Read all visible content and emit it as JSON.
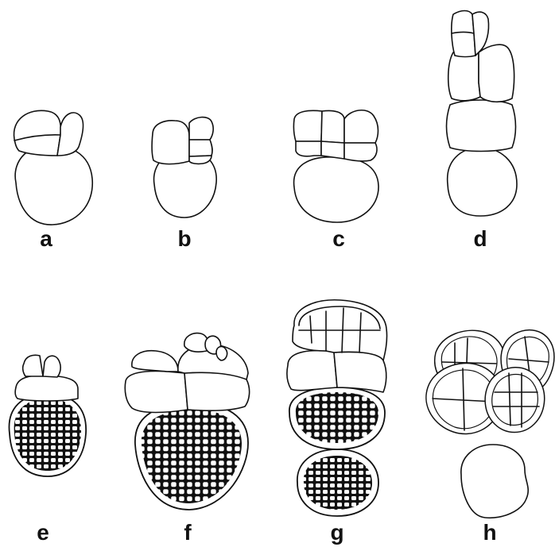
{
  "figure": {
    "panels": [
      {
        "id": "a",
        "label": "a"
      },
      {
        "id": "b",
        "label": "b"
      },
      {
        "id": "c",
        "label": "c"
      },
      {
        "id": "d",
        "label": "d"
      },
      {
        "id": "e",
        "label": "e"
      },
      {
        "id": "f",
        "label": "f"
      },
      {
        "id": "g",
        "label": "g"
      },
      {
        "id": "h",
        "label": "h"
      }
    ],
    "colors": {
      "line": "#111111",
      "background": "#ffffff"
    }
  }
}
